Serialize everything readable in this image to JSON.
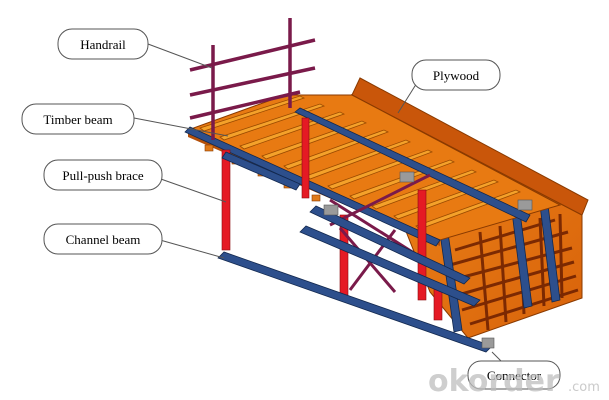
{
  "diagram": {
    "labels": {
      "handrail": "Handrail",
      "plywood": "Plywood",
      "timber_beam": "Timber beam",
      "pull_push_brace": "Pull-push brace",
      "channel_beam": "Channel beam",
      "connector": "Connector"
    }
  },
  "watermark": {
    "brand": "okorder",
    "domain_suffix": ".com"
  },
  "colors": {
    "plywood_orange": "#e87a12",
    "timber_orange": "#f4a12a",
    "steel_blue": "#2d4f8c",
    "brace_red": "#e51a24",
    "handrail_purple": "#7a1a4a",
    "callout_stroke": "#555555"
  }
}
